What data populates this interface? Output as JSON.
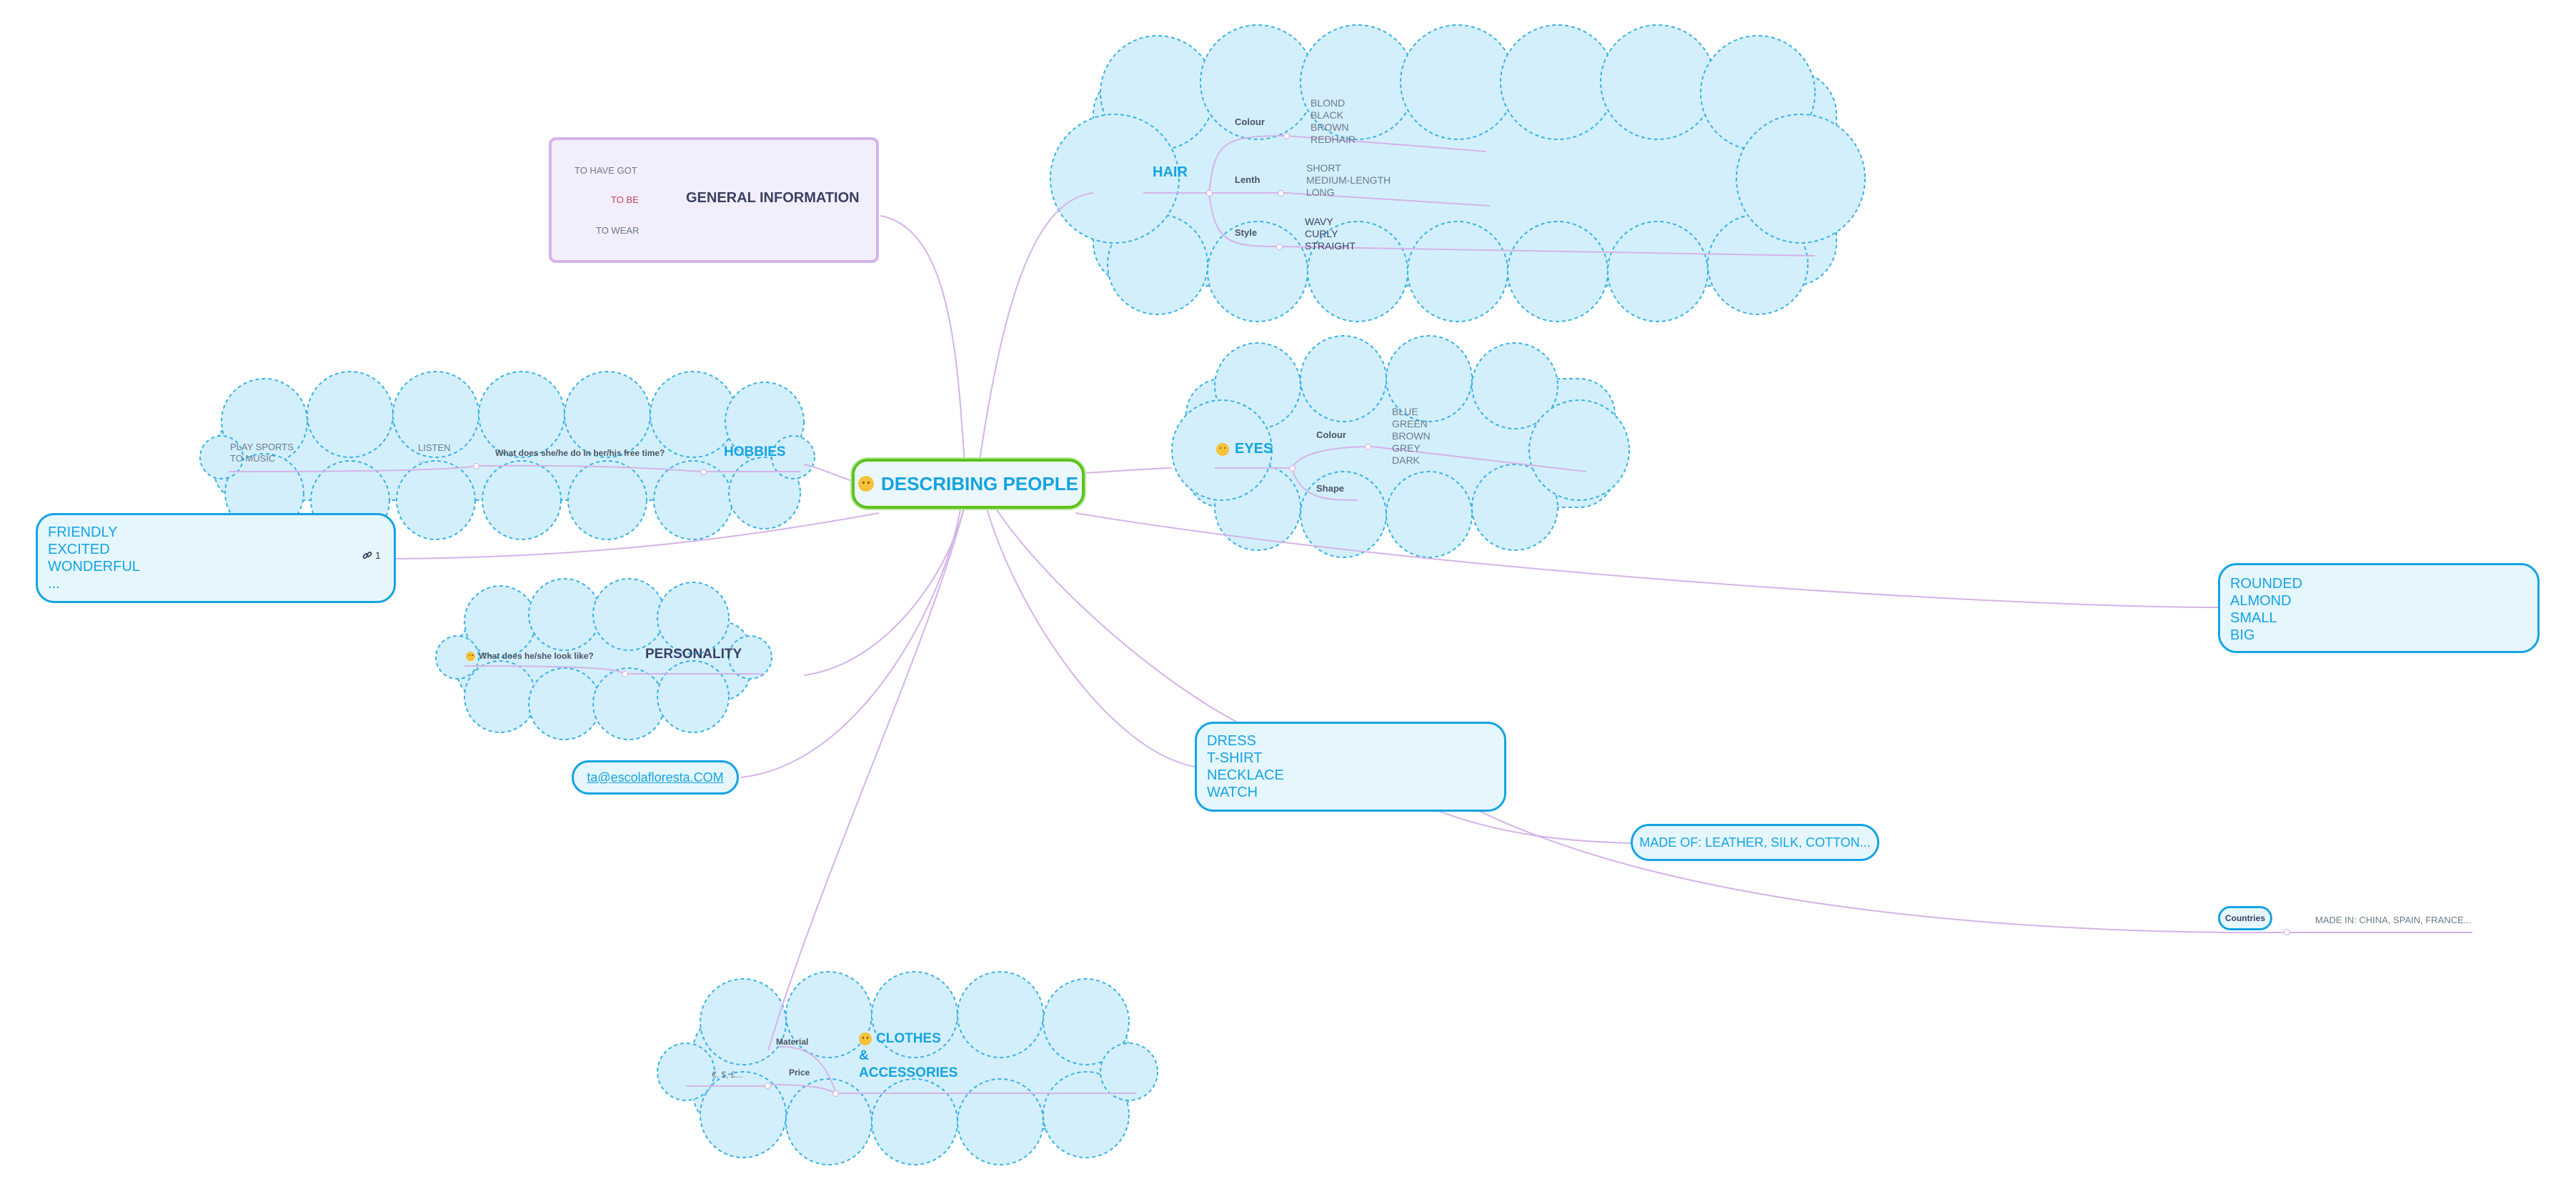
{
  "central": {
    "title": "DESCRIBING PEOPLE",
    "icon": "smiley-icon"
  },
  "general": {
    "title": "GENERAL INFORMATION",
    "items": [
      "TO HAVE GOT",
      "TO BE",
      "TO WEAR"
    ]
  },
  "hair": {
    "title": "HAIR",
    "colour": {
      "label": "Colour",
      "values": [
        "BLOND",
        "BLACK",
        "BROWN",
        "REDHAIR"
      ]
    },
    "length": {
      "label": "Lenth",
      "values": [
        "SHORT",
        "MEDIUM-LENGTH",
        "LONG"
      ]
    },
    "style": {
      "label": "Style",
      "values": [
        "WAVY",
        "CURLY",
        "STRAIGHT"
      ]
    }
  },
  "eyes": {
    "title": "EYES",
    "icon": "smiley-icon",
    "colour": {
      "label": "Colour",
      "values": [
        "BLUE",
        "GREEN",
        "BROWN",
        "GREY",
        "DARK"
      ]
    },
    "shape": {
      "label": "Shape"
    }
  },
  "eye_shapes": {
    "lines": [
      "ROUNDED",
      "ALMOND",
      "SMALL",
      "BIG"
    ]
  },
  "hobbies": {
    "title": "HOBBIES",
    "question": "What does she/he do in her/his free time?",
    "listen": "LISTEN",
    "listen_more": "...",
    "activities": [
      "PLAY SPORTS",
      "TO MUSIC"
    ]
  },
  "personality_box": {
    "lines": [
      "FRIENDLY",
      "EXCITED",
      "WONDERFUL",
      "..."
    ],
    "link_count": "1",
    "link_icon": "link-icon"
  },
  "personality": {
    "title": "PERSONALITY",
    "question": "What does he/she look like?",
    "icon": "smiley-icon"
  },
  "email": {
    "text": "ta@escolafloresta.COM"
  },
  "clothes": {
    "title_lines": [
      "CLOTHES",
      "&",
      "ACCESSORIES"
    ],
    "icon": "smiley-icon",
    "material": "Material",
    "price": "Price",
    "currencies": "€, $, £..."
  },
  "clothes_box": {
    "lines": [
      "DRESS",
      "T-SHIRT",
      "NECKLACE",
      "WATCH"
    ]
  },
  "made_of": {
    "text": "MADE OF: LEATHER, SILK, COTTON..."
  },
  "countries": {
    "label": "Countries",
    "made_in": "MADE IN: CHINA, SPAIN, FRANCE..."
  },
  "colors": {
    "cloud_fill": "#d3effc",
    "cloud_stroke": "#38b2e6",
    "accent": "#13a4e3",
    "central_border": "#5ec21c",
    "general_border": "#d7b3e9",
    "general_fill": "#f3eefb",
    "connector": "#d5b3e8",
    "to_be_red": "#c0455c"
  }
}
